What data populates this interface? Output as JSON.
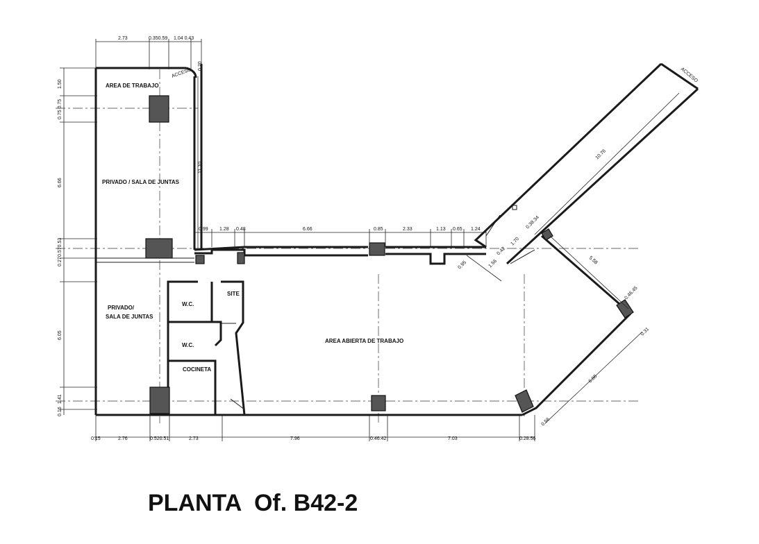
{
  "title": "PLANTA  Of. B42-2",
  "rooms": {
    "area_trabajo": "AREA DE TRABAJO",
    "privado_top": "PRIVADO / SALA DE JUNTAS",
    "privado_bottom_1": "PRIVADO/",
    "privado_bottom_2": "SALA DE JUNTAS",
    "wc1": "W.C.",
    "wc2": "W.C.",
    "site": "SITE",
    "cocineta": "COCINETA",
    "area_abierta": "AREA ABIERTA DE TRABAJO",
    "acceso_1": "ACCESO",
    "acceso_2": "ACCESO"
  },
  "dimensions": {
    "top": [
      "2.73",
      "0.350.59",
      "1.04 0.43"
    ],
    "middle": [
      "0.99",
      "1.28",
      "0.48",
      "6.66",
      "0.85",
      "2.33",
      "1.13",
      "0.65",
      "1.24"
    ],
    "bottom": [
      "0.15",
      "2.76",
      "0.520.51",
      "2.73",
      "7.96",
      "0.46.42",
      "7.03",
      "0.28.56"
    ],
    "left": [
      "1.50",
      "0.75 0.75",
      "6.66",
      "0.570.53",
      "0.27",
      "6.05",
      "1.41",
      "0.16"
    ],
    "vertical_11_10": "11.10",
    "diag_10_76": "10.76",
    "diag_5_58": "5.58",
    "diag_6_88": "6.88",
    "diag_0_46": "0.46.45",
    "diag_0_56": "0.56",
    "diag_0_31": "0.31",
    "access_dims": [
      "0.95",
      "1.56",
      "0.42",
      "1.70",
      "0.38.34"
    ],
    "small_0_20": "0.20"
  }
}
